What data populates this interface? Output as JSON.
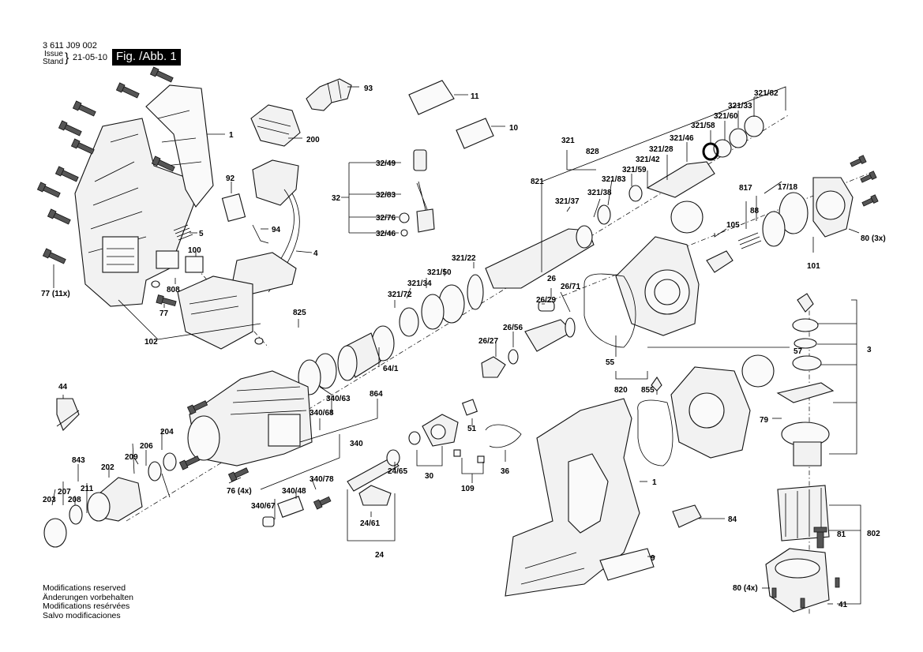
{
  "header": {
    "doc_number": "3 611 J09 002",
    "issue_label": "Issue",
    "stand_label": "Stand",
    "date": "21-05-10",
    "fig_label": "Fig. /Abb. 1"
  },
  "footer": {
    "lines": [
      "Modifications reserved",
      "Änderungen vorbehalten",
      "Modifications resérvées",
      "Salvo modificaciones"
    ]
  },
  "callouts": [
    "93",
    "1",
    "200",
    "11",
    "10",
    "321/82",
    "321/33",
    "321/60",
    "321/58",
    "828",
    "321",
    "321/46",
    "321/28",
    "321/42",
    "321/59",
    "321/83",
    "321/38",
    "821",
    "321/37",
    "92",
    "94",
    "4",
    "5",
    "100",
    "808",
    "77",
    "77 (11x)",
    "102",
    "825",
    "32/49",
    "32/83",
    "32",
    "32/76",
    "32/46",
    "817",
    "17/18",
    "88",
    "105",
    "80 (3x)",
    "101",
    "321/22",
    "321/50",
    "321/34",
    "321/72",
    "26",
    "26/71",
    "26/29",
    "26/56",
    "26/27",
    "57",
    "3",
    "55",
    "64/1",
    "864",
    "820",
    "855",
    "44",
    "340/63",
    "340/68",
    "340",
    "204",
    "206",
    "843",
    "202",
    "209",
    "207",
    "211",
    "203",
    "208",
    "76 (4x)",
    "340/78",
    "340/48",
    "340/67",
    "51",
    "30",
    "24/65",
    "36",
    "109",
    "24/61",
    "24",
    "79",
    "1",
    "84",
    "802",
    "81",
    "9",
    "80 (4x)",
    "41"
  ]
}
